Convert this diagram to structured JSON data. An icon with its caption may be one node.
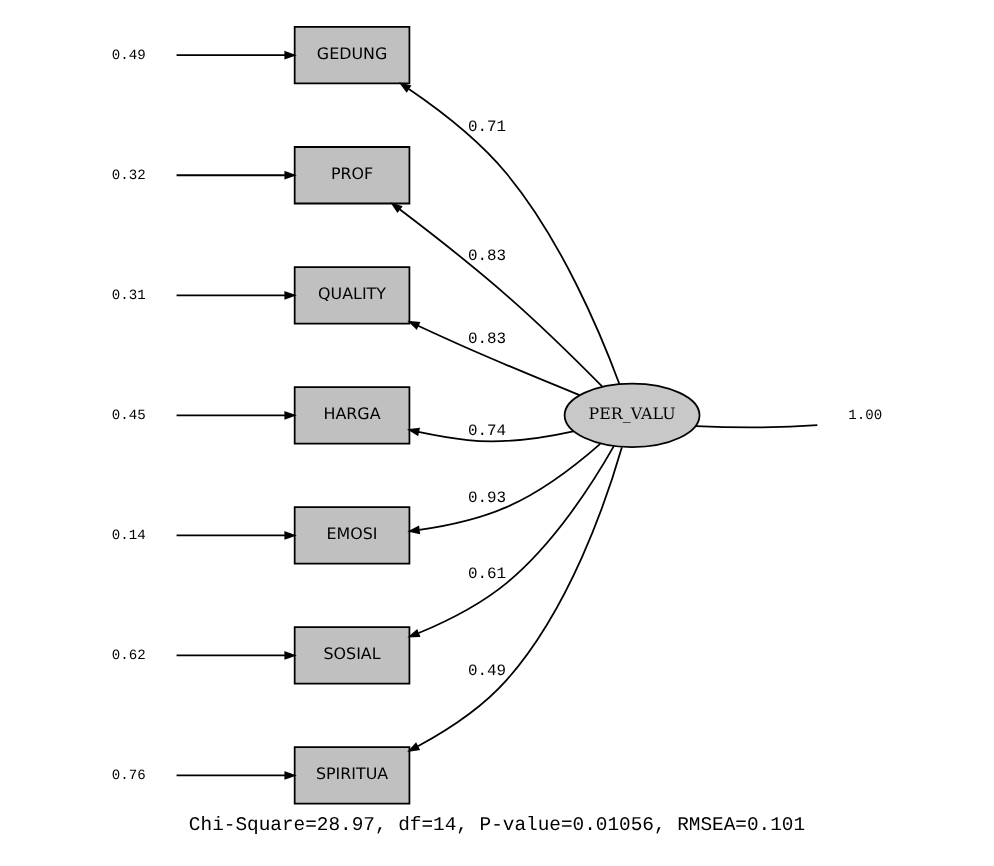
{
  "diagram": {
    "caption": "Chi-Square=28.97, df=14, P-value=0.01056, RMSEA=0.101",
    "nodes": [
      {
        "text": [
          "0.49"
        ]
      },
      {
        "text": [
          "GEDUNG"
        ]
      },
      {
        "text": [
          "0.32"
        ]
      },
      {
        "text": [
          "PROF"
        ]
      },
      {
        "text": [
          "0.31"
        ]
      },
      {
        "text": [
          "QUALITY"
        ]
      },
      {
        "text": [
          "0.45"
        ]
      },
      {
        "text": [
          "HARGA"
        ]
      },
      {
        "text": [
          "0.14"
        ]
      },
      {
        "text": [
          "EMOSI"
        ]
      },
      {
        "text": [
          "0.62"
        ]
      },
      {
        "text": [
          "SOSIAL"
        ]
      },
      {
        "text": [
          "0.76"
        ]
      },
      {
        "text": [
          "SPIRITUA"
        ]
      },
      {
        "text": [
          "PER_VALU"
        ]
      },
      {
        "text": [
          "1.00"
        ]
      }
    ],
    "edges": [
      {
        "from": 0,
        "to": 1,
        "arrow": "to"
      },
      {
        "from": 2,
        "to": 3,
        "arrow": "to"
      },
      {
        "from": 4,
        "to": 5,
        "arrow": "to"
      },
      {
        "from": 6,
        "to": 7,
        "arrow": "to"
      },
      {
        "from": 8,
        "to": 9,
        "arrow": "to"
      },
      {
        "from": 10,
        "to": 11,
        "arrow": "to"
      },
      {
        "from": 12,
        "to": 13,
        "arrow": "to"
      },
      {
        "from": 14,
        "to": 1,
        "arrow": "to",
        "label": "0.71"
      },
      {
        "from": 14,
        "to": 3,
        "arrow": "to",
        "label": "0.83"
      },
      {
        "from": 14,
        "to": 5,
        "arrow": "to",
        "label": "0.83"
      },
      {
        "from": 14,
        "to": 7,
        "arrow": "to",
        "label": "0.74"
      },
      {
        "from": 14,
        "to": 9,
        "arrow": "to",
        "label": "0.93"
      },
      {
        "from": 14,
        "to": 11,
        "arrow": "to",
        "label": "0.61"
      },
      {
        "from": 14,
        "to": 13,
        "arrow": "to",
        "label": "0.49"
      },
      {
        "from": 14,
        "to": 15,
        "arrow": "none"
      }
    ]
  }
}
